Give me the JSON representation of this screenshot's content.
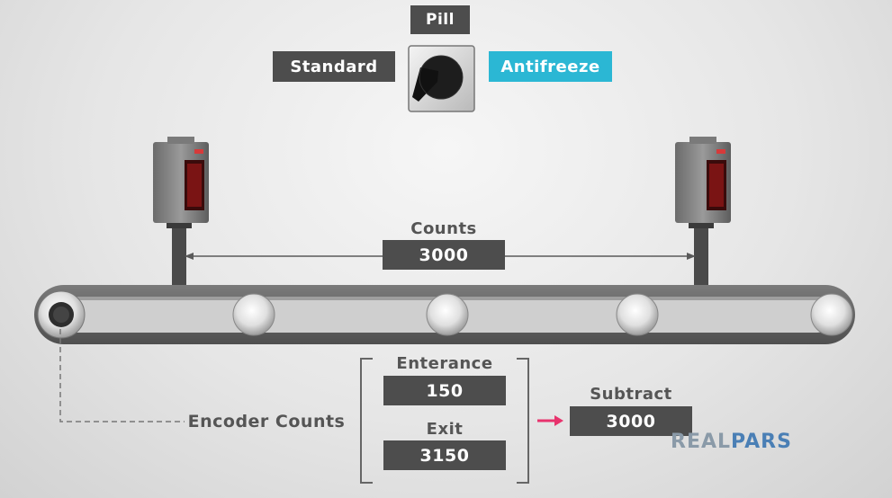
{
  "selector": {
    "title": "Pill",
    "left_option": "Standard",
    "right_option": "Antifreeze",
    "active_color": "#2bb7d4"
  },
  "counts": {
    "label": "Counts",
    "value": "3000"
  },
  "encoder": {
    "label": "Encoder Counts",
    "entrance_label": "Enterance",
    "entrance_value": "150",
    "exit_label": "Exit",
    "exit_value": "3150"
  },
  "subtract": {
    "label": "Subtract",
    "value": "3000",
    "arrow_color": "#e8336d"
  },
  "brand": {
    "part1": "REAL",
    "part2": "PARS",
    "color1": "#8a9aa8",
    "color2": "#4a7fb5"
  }
}
